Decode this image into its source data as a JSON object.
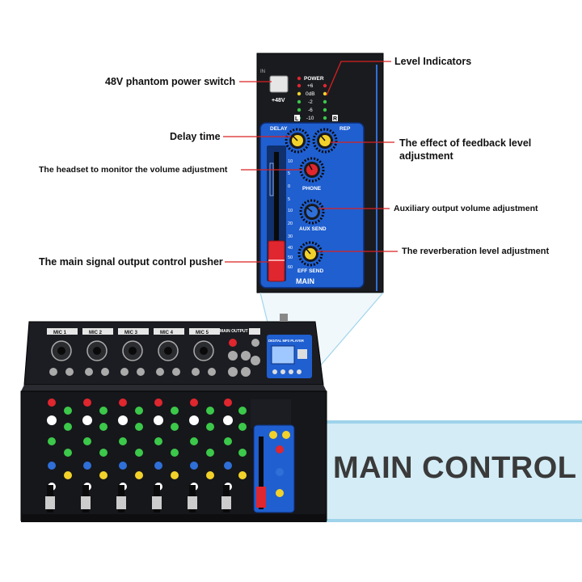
{
  "callouts": {
    "level_indicators": "Level Indicators",
    "phantom_switch": "48V phantom power switch",
    "delay_time": "Delay time",
    "feedback_level": "The effect of feedback level adjustment",
    "headset_volume": "The headset to monitor the volume adjustment",
    "aux_output": "Auxiliary output volume adjustment",
    "main_pusher": "The main signal output control pusher",
    "reverb_level": "The reverberation level adjustment"
  },
  "banner": {
    "title": "MAIN CONTROL"
  },
  "panel": {
    "power": "POWER",
    "plus48v": "+48V",
    "levels": [
      "+6",
      "0dB",
      "-2",
      "-6",
      "-10"
    ],
    "left": "L",
    "right": "R",
    "delay": "DELAY",
    "rep": "REP",
    "phone": "PHONE",
    "aux_send": "AUX SEND",
    "eff_send": "EFF SEND",
    "main": "MAIN",
    "fader_scale": [
      "10",
      "5",
      "0",
      "5",
      "10",
      "20",
      "30",
      "40",
      "50",
      "60"
    ]
  },
  "mixer": {
    "mic_labels": [
      "MIC 1",
      "MIC 2",
      "MIC 3",
      "MIC 4",
      "MIC 5"
    ],
    "main_output": "MAIN OUTPUT",
    "player_label": "DIGITAL MP3 PLAYER"
  },
  "colors": {
    "panel_blue": "#1f5fd0",
    "body_black": "#1a1b1f",
    "banner_bg": "#d3ecf6",
    "callout_line": "#d92020",
    "fader_red": "#e0262e",
    "knob_yellow": "#f2d22a",
    "knob_red": "#e0262e",
    "knob_blue": "#2f6fd8"
  }
}
